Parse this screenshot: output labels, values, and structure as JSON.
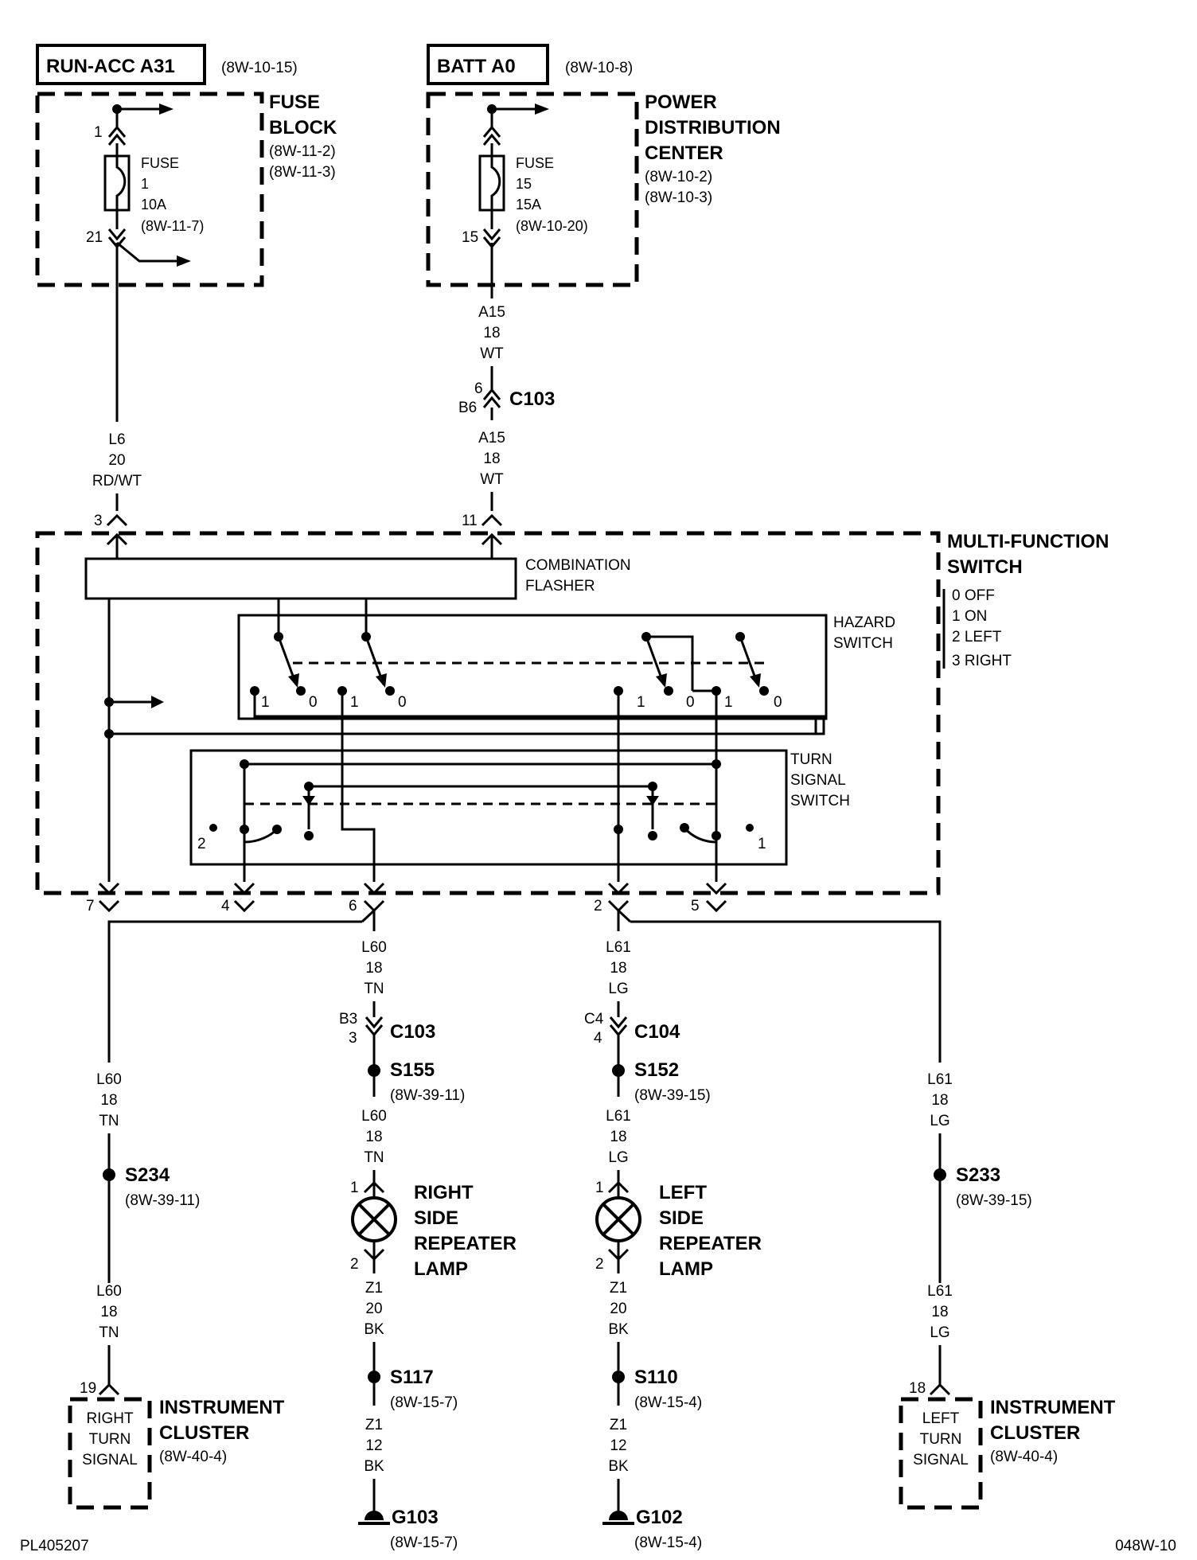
{
  "sources": {
    "run_acc": {
      "label": "RUN-ACC A31",
      "ref": "(8W-10-15)"
    },
    "batt": {
      "label": "BATT A0",
      "ref": "(8W-10-8)"
    }
  },
  "fuse_block": {
    "title1": "FUSE",
    "title2": "BLOCK",
    "ref1": "(8W-11-2)",
    "ref2": "(8W-11-3)",
    "pin_in": "1",
    "pin_out": "21",
    "fuse_l1": "FUSE",
    "fuse_l2": "1",
    "fuse_l3": "10A",
    "fuse_l4": "(8W-11-7)"
  },
  "pdc": {
    "title1": "POWER",
    "title2": "DISTRIBUTION",
    "title3": "CENTER",
    "ref1": "(8W-10-2)",
    "ref2": "(8W-10-3)",
    "pin_out": "15",
    "fuse_l1": "FUSE",
    "fuse_l2": "15",
    "fuse_l3": "15A",
    "fuse_l4": "(8W-10-20)"
  },
  "wires": {
    "a15_top": [
      "A15",
      "18",
      "WT"
    ],
    "a15_bot": [
      "A15",
      "18",
      "WT"
    ],
    "l6": [
      "L6",
      "20",
      "RD/WT"
    ],
    "l60_mid": [
      "L60",
      "18",
      "TN"
    ],
    "l61_mid": [
      "L61",
      "18",
      "LG"
    ],
    "l60_left_a": [
      "L60",
      "18",
      "TN"
    ],
    "l60_left_b": [
      "L60",
      "18",
      "TN"
    ],
    "l60_s155": [
      "L60",
      "18",
      "TN"
    ],
    "l61_s152": [
      "L61",
      "18",
      "LG"
    ],
    "l61_right_a": [
      "L61",
      "18",
      "LG"
    ],
    "l61_right_b": [
      "L61",
      "18",
      "LG"
    ],
    "z1_r1": [
      "Z1",
      "20",
      "BK"
    ],
    "z1_l1": [
      "Z1",
      "20",
      "BK"
    ],
    "z1_r2": [
      "Z1",
      "12",
      "BK"
    ],
    "z1_l2": [
      "Z1",
      "12",
      "BK"
    ]
  },
  "connectors": {
    "c103_top": {
      "name": "C103",
      "pin1": "6",
      "pin2": "B6"
    },
    "c103_mid": {
      "name": "C103",
      "pin1": "B3",
      "pin2": "3"
    },
    "c104": {
      "name": "C104",
      "pin1": "C4",
      "pin2": "4"
    }
  },
  "mfs": {
    "title1": "MULTI-FUNCTION",
    "title2": "SWITCH",
    "legend": [
      "0 OFF",
      "1 ON",
      "2 LEFT",
      "3 RIGHT"
    ],
    "flasher1": "COMBINATION",
    "flasher2": "FLASHER",
    "hazard1": "HAZARD",
    "hazard2": "SWITCH",
    "turn1": "TURN",
    "turn2": "SIGNAL",
    "turn3": "SWITCH",
    "pins_top": [
      "3",
      "11"
    ],
    "pins_bottom": [
      "7",
      "4",
      "6",
      "2",
      "5"
    ],
    "hazard_pos": [
      "1",
      "0",
      "1",
      "0",
      "1",
      "0",
      "1",
      "0"
    ],
    "turn_pos": [
      "2",
      "1"
    ]
  },
  "splices": {
    "s155": {
      "name": "S155",
      "ref": "(8W-39-11)"
    },
    "s152": {
      "name": "S152",
      "ref": "(8W-39-15)"
    },
    "s234": {
      "name": "S234",
      "ref": "(8W-39-11)"
    },
    "s233": {
      "name": "S233",
      "ref": "(8W-39-15)"
    },
    "s117": {
      "name": "S117",
      "ref": "(8W-15-7)"
    },
    "s110": {
      "name": "S110",
      "ref": "(8W-15-4)"
    }
  },
  "lamps": {
    "right": {
      "l1": "RIGHT",
      "l2": "SIDE",
      "l3": "REPEATER",
      "l4": "LAMP",
      "pin1": "1",
      "pin2": "2"
    },
    "left": {
      "l1": "LEFT",
      "l2": "SIDE",
      "l3": "REPEATER",
      "l4": "LAMP",
      "pin1": "1",
      "pin2": "2"
    }
  },
  "grounds": {
    "g103": {
      "name": "G103",
      "ref": "(8W-15-7)"
    },
    "g102": {
      "name": "G102",
      "ref": "(8W-15-4)"
    }
  },
  "clusters": {
    "right": {
      "pin": "19",
      "l1": "RIGHT",
      "l2": "TURN",
      "l3": "SIGNAL",
      "title1": "INSTRUMENT",
      "title2": "CLUSTER",
      "ref": "(8W-40-4)"
    },
    "left": {
      "pin": "18",
      "l1": "LEFT",
      "l2": "TURN",
      "l3": "SIGNAL",
      "title1": "INSTRUMENT",
      "title2": "CLUSTER",
      "ref": "(8W-40-4)"
    }
  },
  "footer": {
    "left": "PL405207",
    "right": "048W-10"
  }
}
